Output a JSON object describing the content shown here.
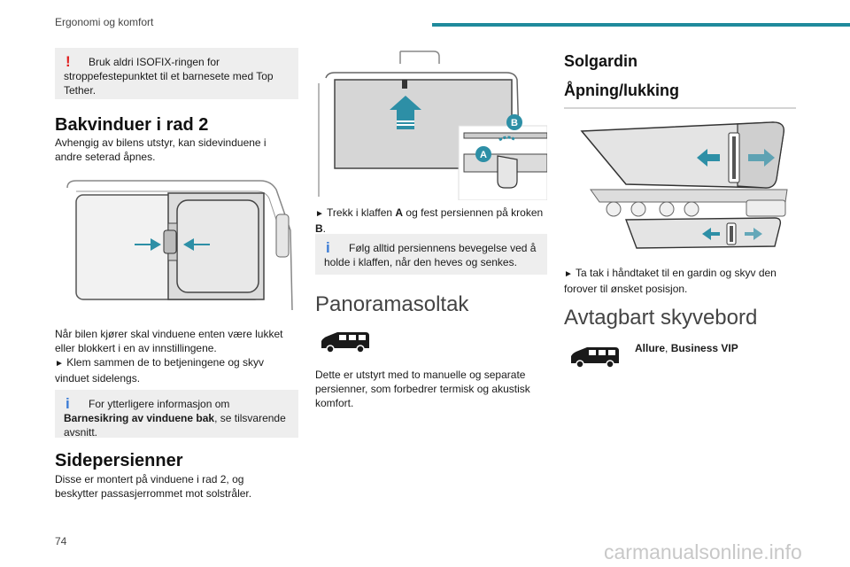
{
  "header": {
    "section_title": "Ergonomi og komfort"
  },
  "footer": {
    "page_number": "74",
    "watermark": "carmanualsonline.info"
  },
  "left": {
    "warning_box": {
      "text": "Bruk aldri ISOFIX-ringen for stroppefestepunktet til et barnesete med Top Tether."
    },
    "rear_windows": {
      "heading": "Bakvinduer i rad 2",
      "intro": "Avhengig av bilens utstyr, kan sidevinduene i andre seterad åpnes.",
      "body_line1": "Når bilen kjører skal vinduene enten være lukket eller blokkert i en av innstillingene.",
      "body_line2": "Klem sammen de to betjeningene og skyv vinduet sidelengs.",
      "bullet": "►"
    },
    "info_box": {
      "prefix": "For ytterligere informasjon om",
      "bold": "Barnesikring av vinduene bak",
      "suffix": ", se tilsvarende avsnitt."
    },
    "side_blinds": {
      "heading": "Sidepersienner",
      "text": "Disse er montert på vinduene i rad 2, og beskytter passasjerrommet mot solstråler."
    }
  },
  "middle": {
    "instruction_prefix": "Trekk i klaffen",
    "label_a": "A",
    "instruction_mid": "og fest persiennen på kroken",
    "label_b": "B",
    "period": ".",
    "bullet": "►",
    "info_box": {
      "text": "Følg alltid persiennens bevegelse ved å holde i klaffen, når den heves og senkes."
    },
    "panorama": {
      "heading": "Panoramasoltak",
      "text": "Dette er utstyrt med to manuelle og separate persienner, som forbedrer termisk og akustisk komfort."
    },
    "figure_labels": {
      "a": "A",
      "b": "B"
    }
  },
  "right": {
    "sun_blind_heading": "Solgardin",
    "open_close_heading": "Åpning/lukking",
    "instruction": "Ta tak i håndtaket til en gardin og skyv den forover til ønsket posisjon.",
    "bullet": "►",
    "table_heading": "Avtagbart skyvebord",
    "version_a": "Allure",
    "version_sep": ", ",
    "version_b": "Business VIP"
  },
  "colors": {
    "accent": "#1f8a9c",
    "warning": "#e02020",
    "info": "#3a7bd5",
    "box_bg": "#eeeeee",
    "arrow": "#2d8fa6"
  }
}
